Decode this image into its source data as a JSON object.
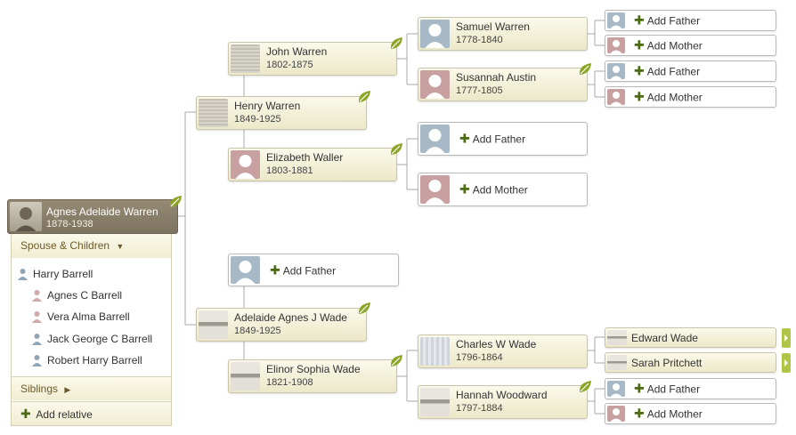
{
  "focus": {
    "name": "Agnes Adelaide Warren",
    "dates": "1878-1938"
  },
  "panel": {
    "spouse_header": "Spouse & Children",
    "spouse": "Harry Barrell",
    "children": [
      "Agnes C Barrell",
      "Vera Alma Barrell",
      "Jack George C Barrell",
      "Robert Harry Barrell"
    ],
    "siblings": "Siblings",
    "add_relative": "Add relative"
  },
  "tree": {
    "father": {
      "name": "Henry Warren",
      "dates": "1849-1925"
    },
    "mother": {
      "name": "Adelaide Agnes J Wade",
      "dates": "1849-1925"
    },
    "pgf": {
      "name": "John Warren",
      "dates": "1802-1875"
    },
    "pgm": {
      "name": "Elizabeth Waller",
      "dates": "1803-1881"
    },
    "mgm": {
      "name": "Elinor Sophia Wade",
      "dates": "1821-1908"
    },
    "ggf1": {
      "name": "Samuel Warren",
      "dates": "1778-1840"
    },
    "ggm1": {
      "name": "Susannah Austin",
      "dates": "1777-1805"
    },
    "ggf2": {
      "name": "Charles W Wade",
      "dates": "1796-1864"
    },
    "ggm2": {
      "name": "Hannah Woodward",
      "dates": "1797-1884"
    },
    "gggf": {
      "name": "Edward Wade"
    },
    "gggm": {
      "name": "Sarah Pritchett"
    }
  },
  "labels": {
    "add_father": "Add Father",
    "add_mother": "Add Mother",
    "plus": "✚"
  },
  "colors": {
    "leaf": "#8aa624",
    "line": "#a9a9a9",
    "focus": "#857b66"
  }
}
